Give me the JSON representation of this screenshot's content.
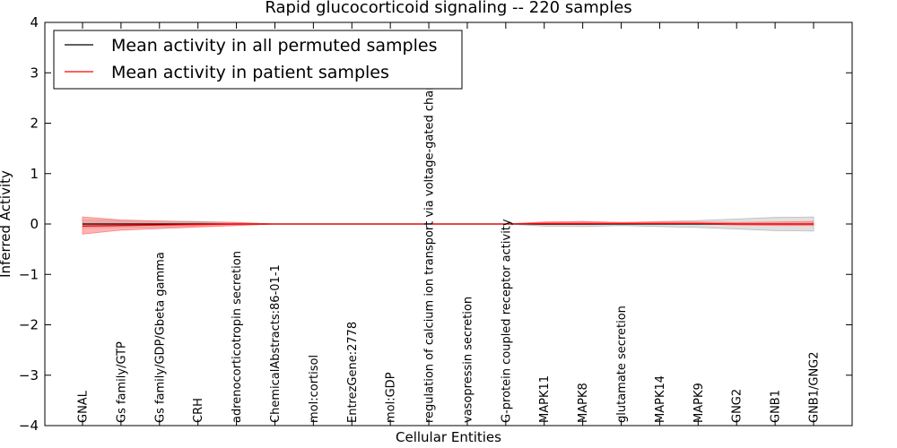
{
  "chart_data": {
    "type": "line",
    "title": "Rapid glucocorticoid signaling -- 220 samples",
    "xlabel": "Cellular Entities",
    "ylabel": "Inferred Activity",
    "ylim": [
      -4,
      4
    ],
    "yticks": [
      "4",
      "3",
      "2",
      "1",
      "0",
      "−1",
      "−2",
      "−3",
      "−4"
    ],
    "grid": false,
    "legend_position": "top-left",
    "categories": [
      "GNAL",
      "Gs family/GTP",
      "Gs family/GDP/Gbeta gamma",
      "CRH",
      "adrenocorticotropin secretion",
      "ChemicalAbstracts:86-01-1",
      "mol:cortisol",
      "EntrezGene:2778",
      "mol:GDP",
      "regulation of calcium ion transport via voltage-gated channel",
      "vasopressin secretion",
      "G-protein coupled receptor activity",
      "MAPK11",
      "MAPK8",
      "glutamate secretion",
      "MAPK14",
      "MAPK9",
      "GNG2",
      "GNB1",
      "GNB1/GNG2"
    ],
    "series": [
      {
        "name": "Mean activity in all permuted samples",
        "color": "#000000",
        "values": [
          0.0,
          0.0,
          0.0,
          0.0,
          0.0,
          0.0,
          0.0,
          0.0,
          0.0,
          0.0,
          0.0,
          0.0,
          0.0,
          0.0,
          0.0,
          0.0,
          0.0,
          0.0,
          0.0,
          0.0
        ],
        "band_low": [
          -0.08,
          -0.07,
          -0.06,
          -0.05,
          -0.03,
          0.0,
          0.0,
          0.0,
          0.0,
          0.0,
          0.0,
          0.0,
          -0.04,
          -0.05,
          -0.03,
          -0.05,
          -0.07,
          -0.1,
          -0.13,
          -0.14
        ],
        "band_high": [
          0.08,
          0.07,
          0.06,
          0.05,
          0.03,
          0.0,
          0.0,
          0.0,
          0.0,
          0.0,
          0.0,
          0.0,
          0.04,
          0.05,
          0.03,
          0.05,
          0.07,
          0.1,
          0.13,
          0.14
        ],
        "band_color": "#bbbbbb"
      },
      {
        "name": "Mean activity in patient samples",
        "color": "#ff0000",
        "values": [
          -0.04,
          -0.03,
          -0.02,
          -0.01,
          0.0,
          0.0,
          0.0,
          0.0,
          0.0,
          0.0,
          0.0,
          0.0,
          0.01,
          0.01,
          0.01,
          0.01,
          0.01,
          0.0,
          0.0,
          0.0
        ],
        "band_low": [
          -0.2,
          -0.12,
          -0.09,
          -0.06,
          -0.03,
          0.0,
          0.0,
          0.0,
          0.0,
          0.0,
          0.0,
          0.0,
          -0.01,
          -0.01,
          0.0,
          0.0,
          0.0,
          -0.02,
          -0.03,
          -0.03
        ],
        "band_high": [
          0.14,
          0.08,
          0.06,
          0.04,
          0.03,
          0.0,
          0.0,
          0.0,
          0.0,
          0.0,
          0.0,
          0.0,
          0.04,
          0.05,
          0.03,
          0.04,
          0.04,
          0.03,
          0.04,
          0.05
        ],
        "band_color": "#ff8080"
      }
    ]
  }
}
